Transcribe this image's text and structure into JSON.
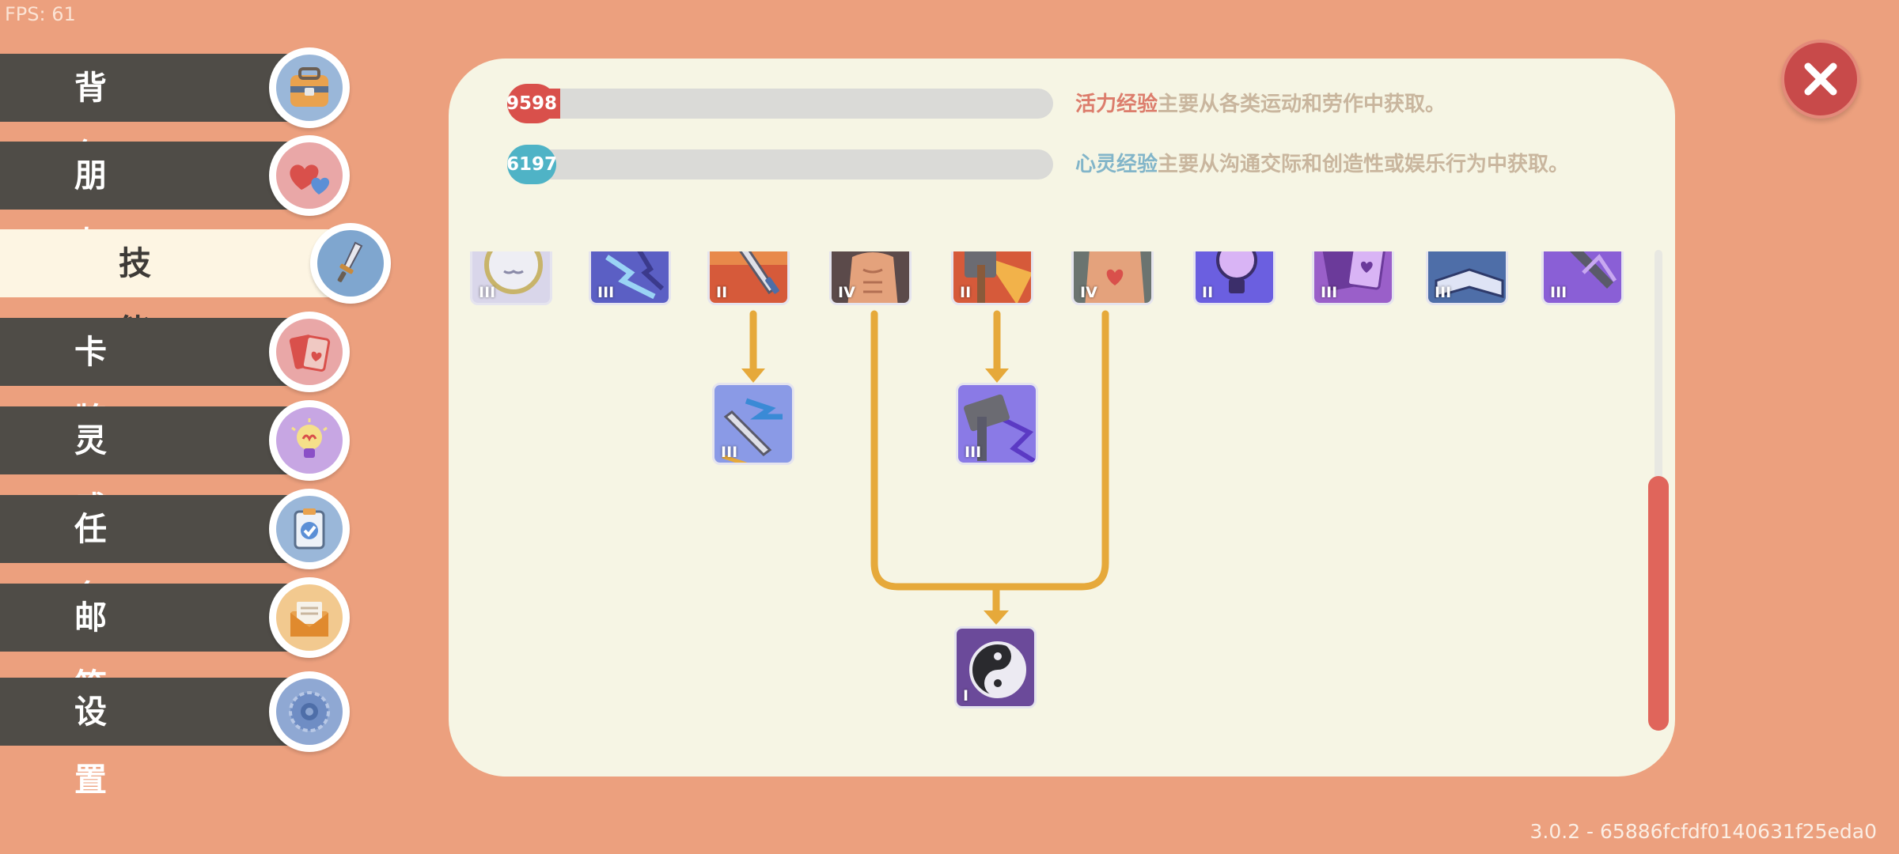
{
  "fps": "FPS: 61",
  "version": "3.0.2 - 65886fcfdf0140631f25eda0",
  "sidebar": {
    "items": [
      {
        "label": "背包",
        "icon": "backpack-icon",
        "active": false
      },
      {
        "label": "朋友",
        "icon": "hearts-icon",
        "active": false
      },
      {
        "label": "技能",
        "icon": "sword-icon",
        "active": true
      },
      {
        "label": "卡牌",
        "icon": "cards-icon",
        "active": false
      },
      {
        "label": "灵感",
        "icon": "lightbulb-icon",
        "active": false
      },
      {
        "label": "任务",
        "icon": "clipboard-check-icon",
        "active": false
      },
      {
        "label": "邮箱",
        "icon": "envelope-icon",
        "active": false
      },
      {
        "label": "设置",
        "icon": "gear-icon",
        "active": false
      }
    ]
  },
  "xp": {
    "vitality": {
      "value": "9598",
      "highlight": "活力经验",
      "text": "主要从各类运动和劳作中获取。",
      "fill_fraction": 0.07,
      "color": "#d9504b"
    },
    "spirit": {
      "value": "6197",
      "highlight": "心灵经验",
      "text": "主要从沟通交际和创造性或娱乐行为中获取。",
      "fill_fraction": 0.0,
      "color": "#4fb3c6"
    }
  },
  "skills": {
    "top_row_levels": [
      "III",
      "III",
      "II",
      "IV",
      "II",
      "IV",
      "II",
      "III",
      "III",
      "III"
    ],
    "sword_upgrade_level": "III",
    "axe_upgrade_level": "III",
    "yinyang_level": "I"
  },
  "colors": {
    "background": "#eca07e",
    "panel": "#f6f5e4",
    "sidebar": "#4f4c47",
    "sidebar_active": "#fdf5e3",
    "connector": "#e6a93a",
    "close": "#c84a4a",
    "scrollbar": "#e0655b"
  }
}
